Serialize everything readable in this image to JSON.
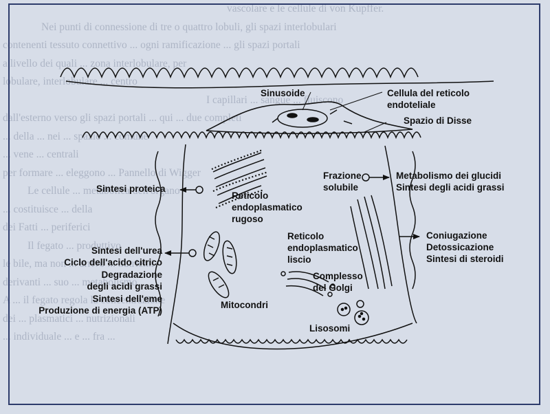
{
  "background_text": [
    "vascolare e le cellule di von Kupffer.",
    "Nei punti di connessione di tre o quattro lobuli, gli spazi interlobulari",
    "contenenti tessuto connettivo ... ogni ramificazione ... gli spazi portali",
    "a livello dei quali ... zona interlobulare, per",
    "lobulare, interlobulare ... centro",
    "I capillari ... sangue ... fluiscono",
    "dall'esterno verso gli spazi portali ... qui ... due completi",
    "... della ... nei ... spazio ... comune",
    "... vene ... centrali",
    "per formare ... eleggono ... Pannello di Wigger",
    "Le cellule ... metabolica dell'organo",
    "... costituisce ... della",
    "dei Fatti ... periferici",
    "Il fegato ... produttivo",
    "le bile, ma non ... arrivo ... nutrienti",
    "derivanti ... suo ... metabolismo",
    "A ... il fegato regola la concentrazione",
    "dei ... plasmatici ... nutrizionali",
    "... individuale ... e ... fra ..."
  ],
  "labels": {
    "sinusoide": "Sinusoide",
    "cellula_reticolo_l1": "Cellula del reticolo",
    "cellula_reticolo_l2": "endoteliale",
    "spazio_disse": "Spazio di Disse",
    "sintesi_proteica": "Sintesi proteica",
    "rer_l1": "Reticolo",
    "rer_l2": "endoplasmatico",
    "rer_l3": "rugoso",
    "frazione_l1": "Frazione",
    "frazione_l2": "solubile",
    "metabolismo_glucidi": "Metabolismo dei glucidi",
    "sintesi_acidi_grassi": "Sintesi degli acidi grassi",
    "ser_l1": "Reticolo",
    "ser_l2": "endoplasmatico",
    "ser_l3": "liscio",
    "coniugazione": "Coniugazione",
    "detossicazione": "Detossicazione",
    "sintesi_steroidi": "Sintesi di steroidi",
    "sintesi_urea": "Sintesi dell'urea",
    "ciclo_citrico": "Ciclo dell'acido citrico",
    "degradazione": "Degradazione",
    "degli_acidi_grassi": "degli acidi grassi",
    "sintesi_eme": "Sintesi dell'eme",
    "produzione_energia": "Produzione di energia (ATP)",
    "golgi_l1": "Complesso",
    "golgi_l2": "del Golgi",
    "mitocondri": "Mitocondri",
    "lisosomi": "Lisosomi"
  },
  "colors": {
    "background": "#d7dde8",
    "frame": "#2d3b6b",
    "ink": "#111111"
  }
}
